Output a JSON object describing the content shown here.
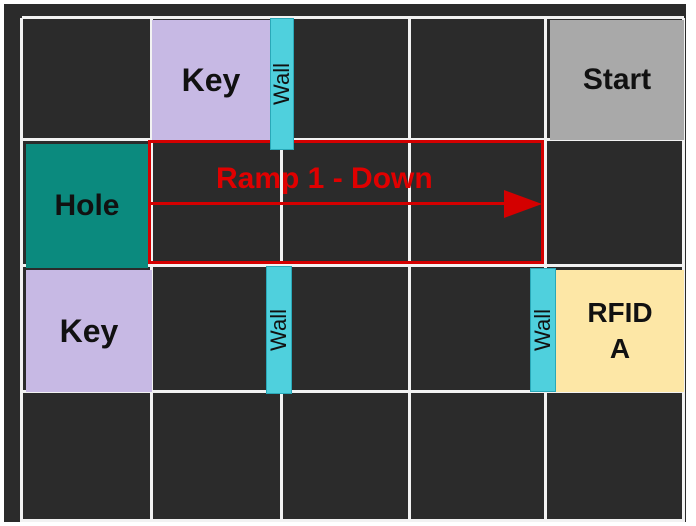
{
  "cells": {
    "key_top": "Key",
    "start": "Start",
    "hole": "Hole",
    "key_left": "Key",
    "rfid_line1": "RFID",
    "rfid_line2": "A"
  },
  "walls": {
    "top": "Wall",
    "middle": "Wall",
    "right": "Wall"
  },
  "ramp": {
    "label": "Ramp 1 - Down"
  },
  "colors": {
    "board": "#2b2b2b",
    "grid_line": "#f2f2f2",
    "key": "#c7b9e4",
    "start": "#a9a9a9",
    "hole": "#0b8a7e",
    "rfid": "#fde7a6",
    "wall": "#4fd0dd",
    "ramp": "#d40000"
  }
}
